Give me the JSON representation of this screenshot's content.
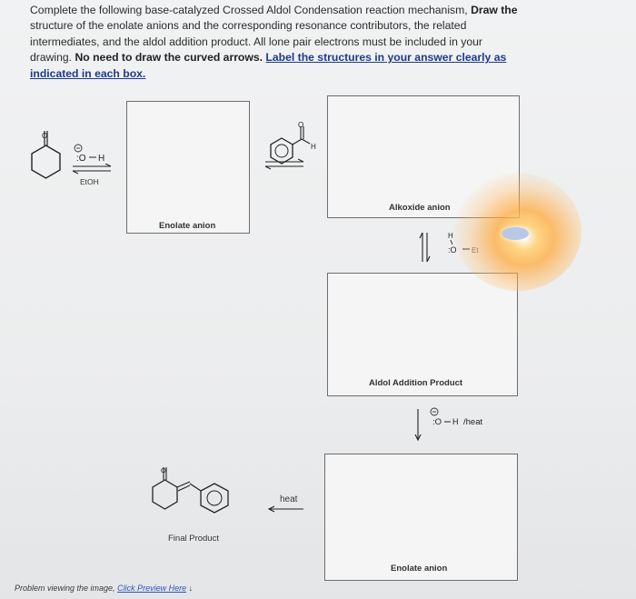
{
  "instructions": {
    "line1": "Complete the following base-catalyzed Crossed Aldol Condensation reaction mechanism,",
    "draw_the": "Draw the",
    "line2": "structure of the enolate anions and the corresponding resonance contributors, the related",
    "line3": "intermediates, and the aldol addition product. All lone pair electrons must be included in your",
    "line4_pre": "drawing.",
    "no_curved": "No need to draw the curved arrows.",
    "label_link_a": "Label the structures in your answer clearly as",
    "label_link_b": "indicated in each box."
  },
  "reagents": {
    "hydroxide_o": ":O",
    "hydroxide_h": "H",
    "solvent": "EtOH",
    "aldehyde_h": "H",
    "ethanol_h": "H",
    "ethanol_o": ":O",
    "ethanol_et": "Et",
    "hydroxide_heat": "/heat",
    "heat": "heat",
    "hydroxide2_o": ":O",
    "hydroxide2_h": "H"
  },
  "boxes": {
    "enolate_1": "Enolate anion",
    "alkoxide": "Alkoxide anion",
    "aldol_product": "Aldol Addition Product",
    "enolate_2": "Enolate anion",
    "final_product": "Final Product"
  },
  "footer": {
    "prefix": "Problem viewing the image,",
    "link": "Click Preview Here",
    "arrow": "↓"
  }
}
